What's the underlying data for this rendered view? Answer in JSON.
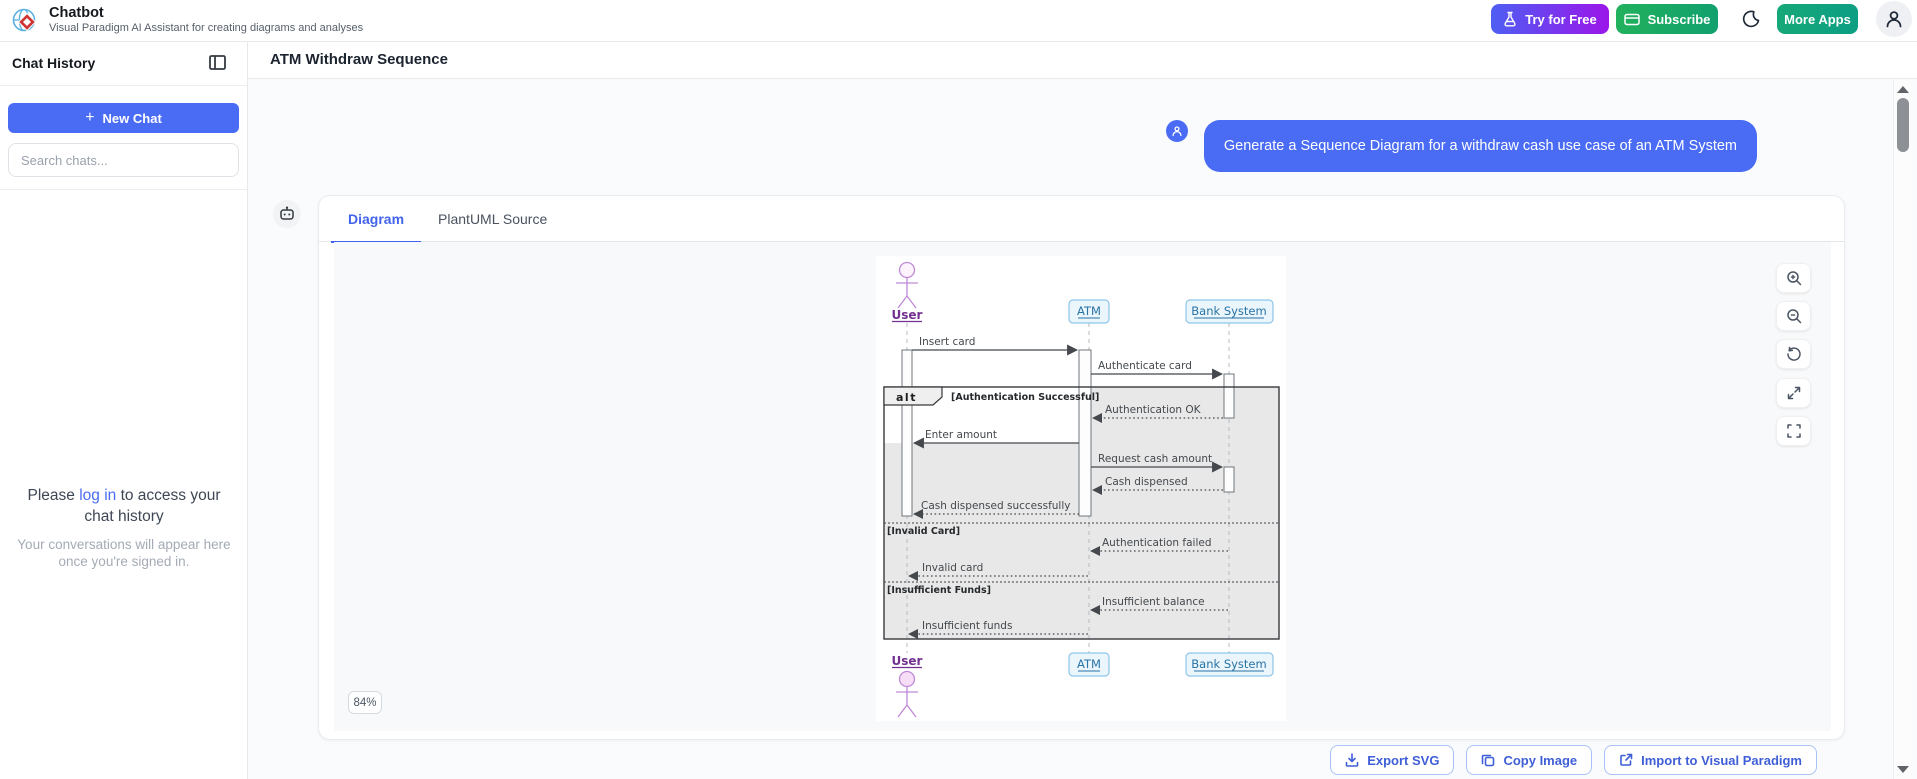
{
  "colors": {
    "accent_blue": "#4a6cf5",
    "tab_blue": "#4263eb",
    "try_free_gradient_start": "#4e5ef3",
    "try_free_gradient_end": "#9b16e9",
    "subscribe_gradient_start": "#22b15c",
    "subscribe_gradient_end": "#11a06e",
    "more_apps_gradient_start": "#16a878",
    "more_apps_gradient_end": "#0d9e84",
    "actor_purple": "#71308f",
    "participant_text_blue": "#2874a6",
    "participant_fill": "#eaf5fc",
    "alt_body_fill": "#e8e8e8",
    "canvas_gray": "#f8f9fa"
  },
  "icons": {
    "logo": "visual-paradigm-globe",
    "panel_toggle": "sidebar-panel",
    "new_chat": "plus",
    "user_avatar": "person",
    "bot_avatar": "robot",
    "dark_mode": "crescent-moon",
    "try_free": "flask",
    "subscribe": "credit-card",
    "zoom_controls": [
      "zoom-in",
      "zoom-out",
      "reset-view",
      "expand",
      "fullscreen"
    ],
    "actions": [
      "download",
      "copy",
      "external-link"
    ]
  },
  "header": {
    "app_title": "Chatbot",
    "app_subtitle": "Visual Paradigm AI Assistant for creating diagrams and analyses",
    "try_free_label": "Try for Free",
    "subscribe_label": "Subscribe",
    "more_apps_label": "More Apps"
  },
  "sidebar": {
    "title": "Chat History",
    "new_chat_plus": "+",
    "new_chat_label": "New Chat",
    "search_placeholder": "Search chats...",
    "login_prefix": "Please",
    "login_link": "log in",
    "login_suffix": "to access your chat history",
    "login_hint": "Your conversations will appear here once you're signed in."
  },
  "main": {
    "page_title": "ATM Withdraw Sequence",
    "message": {
      "text": "Generate a Sequence Diagram for a withdraw cash use case of an ATM System"
    },
    "tabs": [
      {
        "label": "Diagram"
      },
      {
        "label": "PlantUML Source"
      }
    ],
    "zoom_badge": "84%",
    "actions": {
      "export_svg": "Export SVG",
      "copy_image": "Copy Image",
      "import_vp": "Import to Visual Paradigm"
    }
  },
  "diagram": {
    "participants": [
      {
        "name": "User",
        "type": "actor"
      },
      {
        "name": "ATM",
        "type": "participant"
      },
      {
        "name": "Bank System",
        "type": "participant"
      }
    ],
    "fragment": {
      "operator": "alt",
      "sections": [
        "[Authentication Successful]",
        "[Invalid Card]",
        "[Insufficient Funds]"
      ]
    },
    "messages": [
      {
        "from": "User",
        "to": "ATM",
        "label": "Insert card",
        "style": "solid"
      },
      {
        "from": "ATM",
        "to": "Bank System",
        "label": "Authenticate card",
        "style": "solid"
      },
      {
        "from": "Bank System",
        "to": "ATM",
        "label": "Authentication OK",
        "style": "dashed"
      },
      {
        "from": "ATM",
        "to": "User",
        "label": "Enter amount",
        "style": "solid"
      },
      {
        "from": "ATM",
        "to": "Bank System",
        "label": "Request cash amount",
        "style": "solid"
      },
      {
        "from": "Bank System",
        "to": "ATM",
        "label": "Cash dispensed",
        "style": "dashed"
      },
      {
        "from": "ATM",
        "to": "User",
        "label": "Cash dispensed successfully",
        "style": "dashed"
      },
      {
        "from": "Bank System",
        "to": "ATM",
        "label": "Authentication failed",
        "style": "dashed"
      },
      {
        "from": "ATM",
        "to": "User",
        "label": "Invalid card",
        "style": "dashed"
      },
      {
        "from": "Bank System",
        "to": "ATM",
        "label": "Insufficient balance",
        "style": "dashed"
      },
      {
        "from": "ATM",
        "to": "User",
        "label": "Insufficient funds",
        "style": "dashed"
      }
    ]
  }
}
